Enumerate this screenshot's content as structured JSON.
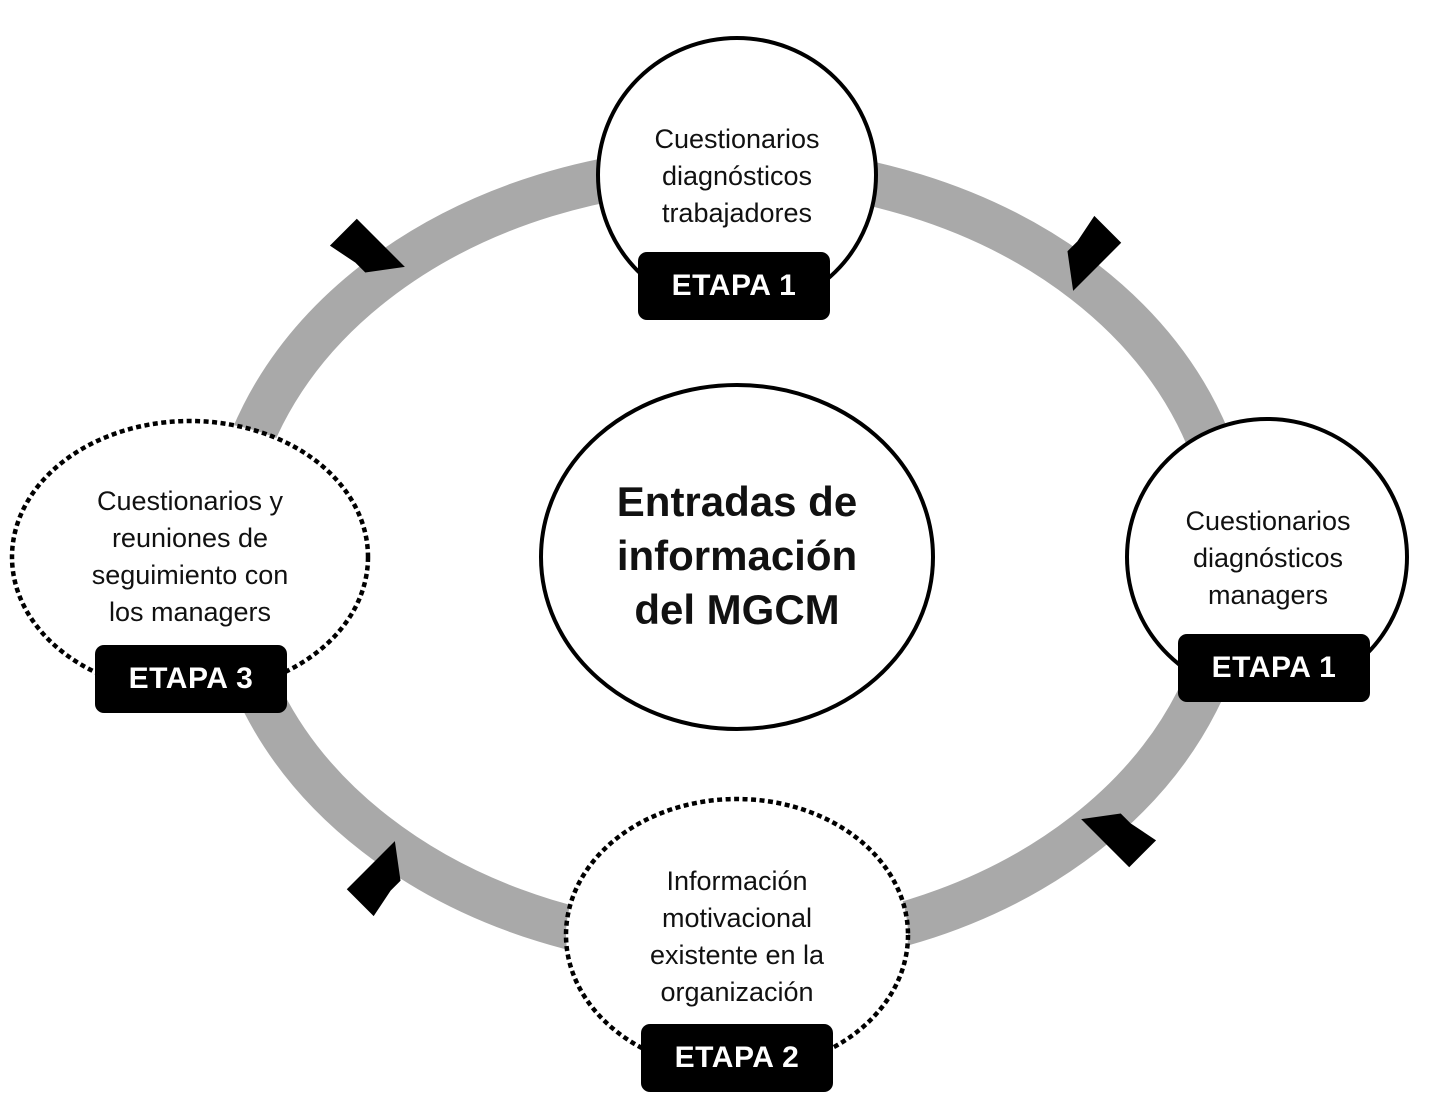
{
  "center": {
    "title": "Entradas de\ninformación\ndel MGCM"
  },
  "nodes": [
    {
      "text": "Cuestionarios\ndiagnósticos\ntrabajadores",
      "badge": "ETAPA 1",
      "border": "solid"
    },
    {
      "text": "Cuestionarios\ndiagnósticos\nmanagers",
      "badge": "ETAPA 1",
      "border": "solid"
    },
    {
      "text": "Información\nmotivacional\nexistente en la\norganización",
      "badge": "ETAPA 2",
      "border": "dotted"
    },
    {
      "text": "Cuestionarios y\nreuniones de\nseguimiento con\nlos managers",
      "badge": "ETAPA 3",
      "border": "dotted"
    }
  ],
  "colors": {
    "ring": "#a9a9a9",
    "outline": "#000000",
    "badge_bg": "#000000",
    "badge_text": "#ffffff",
    "arrow": "#000000"
  }
}
